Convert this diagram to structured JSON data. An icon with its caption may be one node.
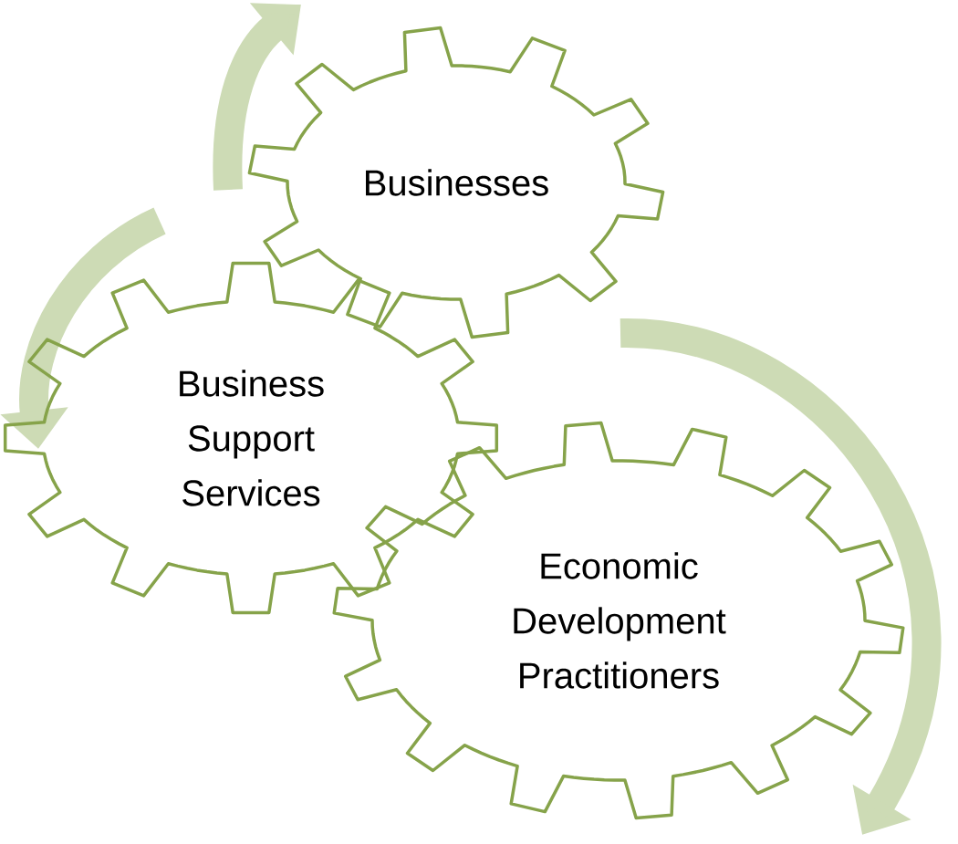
{
  "diagram": {
    "nodes": [
      {
        "text": [
          "Businesses"
        ]
      },
      {
        "text": [
          "Business Support Services"
        ]
      },
      {
        "text": [
          "Economic Development Practitioners"
        ]
      }
    ]
  }
}
